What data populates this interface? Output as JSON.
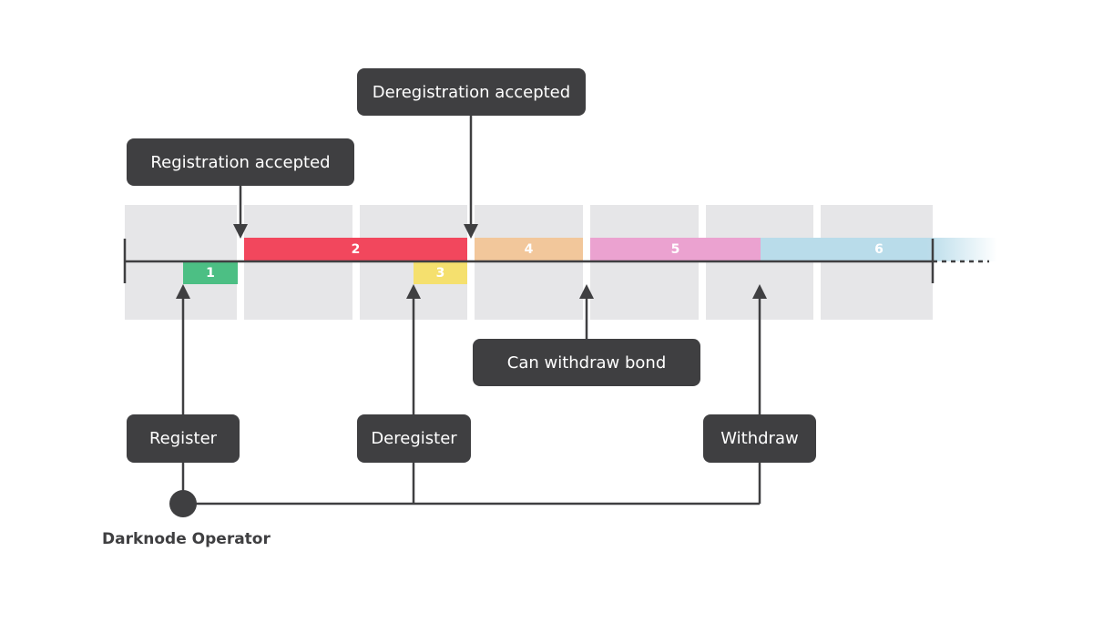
{
  "epochs": 7,
  "segments": [
    {
      "label": "1",
      "color": "#4cbf84"
    },
    {
      "label": "2",
      "color": "#f2475d"
    },
    {
      "label": "3",
      "color": "#f5e06e"
    },
    {
      "label": "4",
      "color": "#f2c79b"
    },
    {
      "label": "5",
      "color": "#eba2d0"
    },
    {
      "label": "6",
      "color": "#b9dcea"
    }
  ],
  "events": {
    "registration_accepted": "Registration accepted",
    "deregistration_accepted": "Deregistration accepted",
    "can_withdraw_bond": "Can withdraw bond"
  },
  "actions": {
    "register": "Register",
    "deregister": "Deregister",
    "withdraw": "Withdraw"
  },
  "operator": "Darknode Operator",
  "colors": {
    "box": "#3f3f41",
    "line": "#3f3f41",
    "epoch": "#e6e6e8"
  }
}
